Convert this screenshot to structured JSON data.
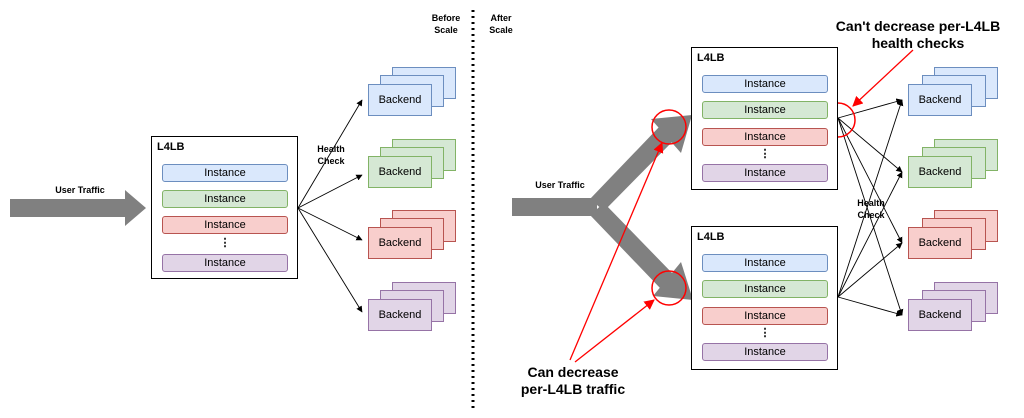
{
  "labels": {
    "before_scale": "Before Scale",
    "after_scale": "After Scale",
    "user_traffic": "User Traffic",
    "health_check": "Health Check",
    "cant_decrease": "Can't decrease per-L4LB health checks",
    "can_decrease": "Can decrease per-L4LB traffic"
  },
  "left": {
    "lb_title": "L4LB",
    "instances": [
      "Instance",
      "Instance",
      "Instance",
      "Instance"
    ],
    "dots": "⋮",
    "backends": [
      "Backend",
      "Backend",
      "Backend",
      "Backend"
    ]
  },
  "right": {
    "lb1": {
      "title": "L4LB",
      "instances": [
        "Instance",
        "Instance",
        "Instance",
        "Instance"
      ],
      "dots": "⋮"
    },
    "lb2": {
      "title": "L4LB",
      "instances": [
        "Instance",
        "Instance",
        "Instance",
        "Instance"
      ],
      "dots": "⋮"
    },
    "backends": [
      "Backend",
      "Backend",
      "Backend",
      "Backend"
    ]
  },
  "colors": {
    "blue": {
      "fill": "#dae8fc",
      "stroke": "#6c8ebf"
    },
    "green": {
      "fill": "#d5e8d4",
      "stroke": "#82b366"
    },
    "red": {
      "fill": "#f8cecc",
      "stroke": "#b85450"
    },
    "purple": {
      "fill": "#e1d5e7",
      "stroke": "#9673a6"
    },
    "arrow_gray": "#808080",
    "annotation_red": "#ff0000"
  }
}
